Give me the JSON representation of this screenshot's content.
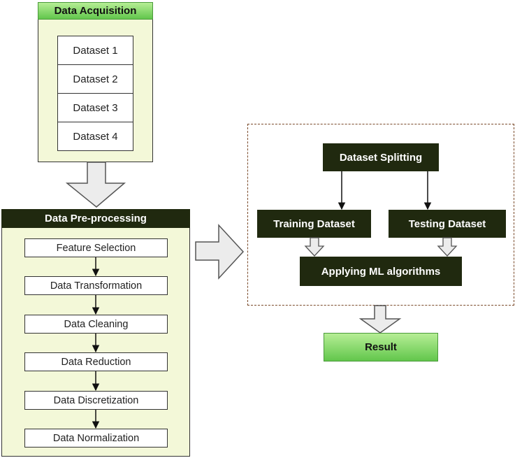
{
  "acquisition": {
    "title": "Data Acquisition",
    "datasets": [
      "Dataset 1",
      "Dataset 2",
      "Dataset 3",
      "Dataset 4"
    ]
  },
  "preprocessing": {
    "title": "Data Pre-processing",
    "steps": [
      "Feature Selection",
      "Data Transformation",
      "Data Cleaning",
      "Data Reduction",
      "Data Discretization",
      "Data Normalization"
    ]
  },
  "modeling": {
    "splitting": "Dataset Splitting",
    "training": "Training Dataset",
    "testing": "Testing Dataset",
    "algorithms": "Applying ML algorithms"
  },
  "result": "Result"
}
